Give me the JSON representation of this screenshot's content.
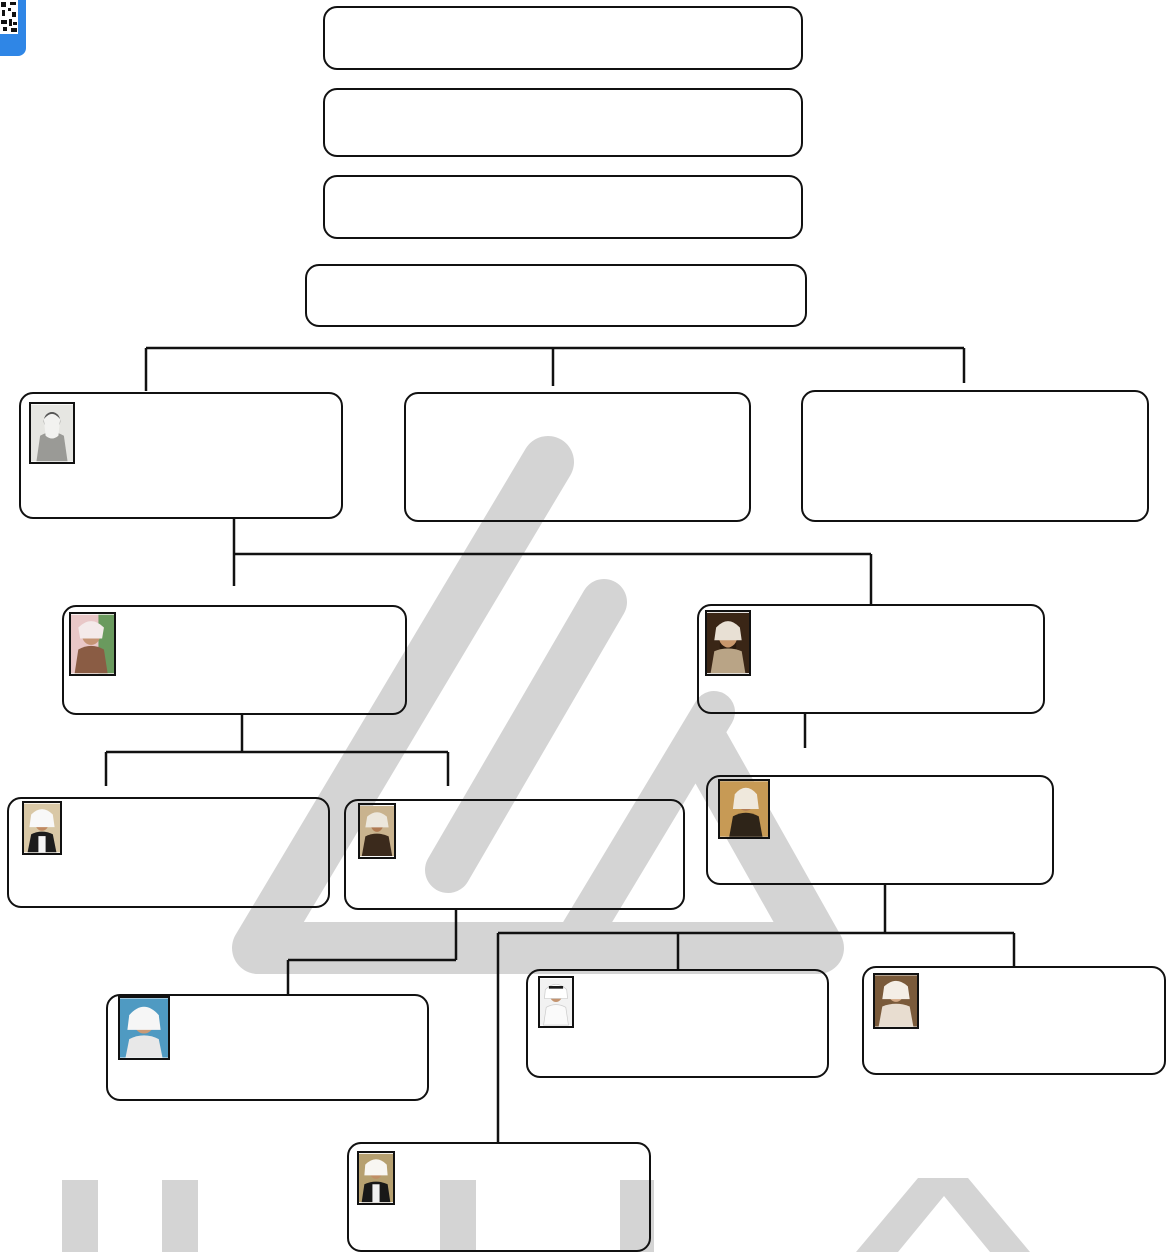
{
  "diagram": {
    "kind": "family-tree",
    "watermark": {
      "color": "#d4d4d4"
    },
    "line_color": "#111111",
    "badge": {
      "icon": "qr-code-icon",
      "color": "#2f86e6"
    },
    "nodes": [
      {
        "id": "header-1",
        "label": "",
        "photo": null
      },
      {
        "id": "header-2",
        "label": "",
        "photo": null
      },
      {
        "id": "header-3",
        "label": "",
        "photo": null
      },
      {
        "id": "header-4",
        "label": "",
        "photo": null
      },
      {
        "id": "gen1-left",
        "label": "",
        "photo": "portrait"
      },
      {
        "id": "gen1-middle",
        "label": "",
        "photo": null
      },
      {
        "id": "gen1-right",
        "label": "",
        "photo": null
      },
      {
        "id": "gen2-left",
        "label": "",
        "photo": "portrait"
      },
      {
        "id": "gen2-right",
        "label": "",
        "photo": "portrait"
      },
      {
        "id": "gen3-left-a",
        "label": "",
        "photo": "portrait"
      },
      {
        "id": "gen3-left-b",
        "label": "",
        "photo": "portrait"
      },
      {
        "id": "gen3-right",
        "label": "",
        "photo": "portrait"
      },
      {
        "id": "gen4-a",
        "label": "",
        "photo": "portrait"
      },
      {
        "id": "gen4-b",
        "label": "",
        "photo": "portrait"
      },
      {
        "id": "gen4-c",
        "label": "",
        "photo": "portrait"
      },
      {
        "id": "gen4-d",
        "label": "",
        "photo": "portrait"
      }
    ]
  }
}
